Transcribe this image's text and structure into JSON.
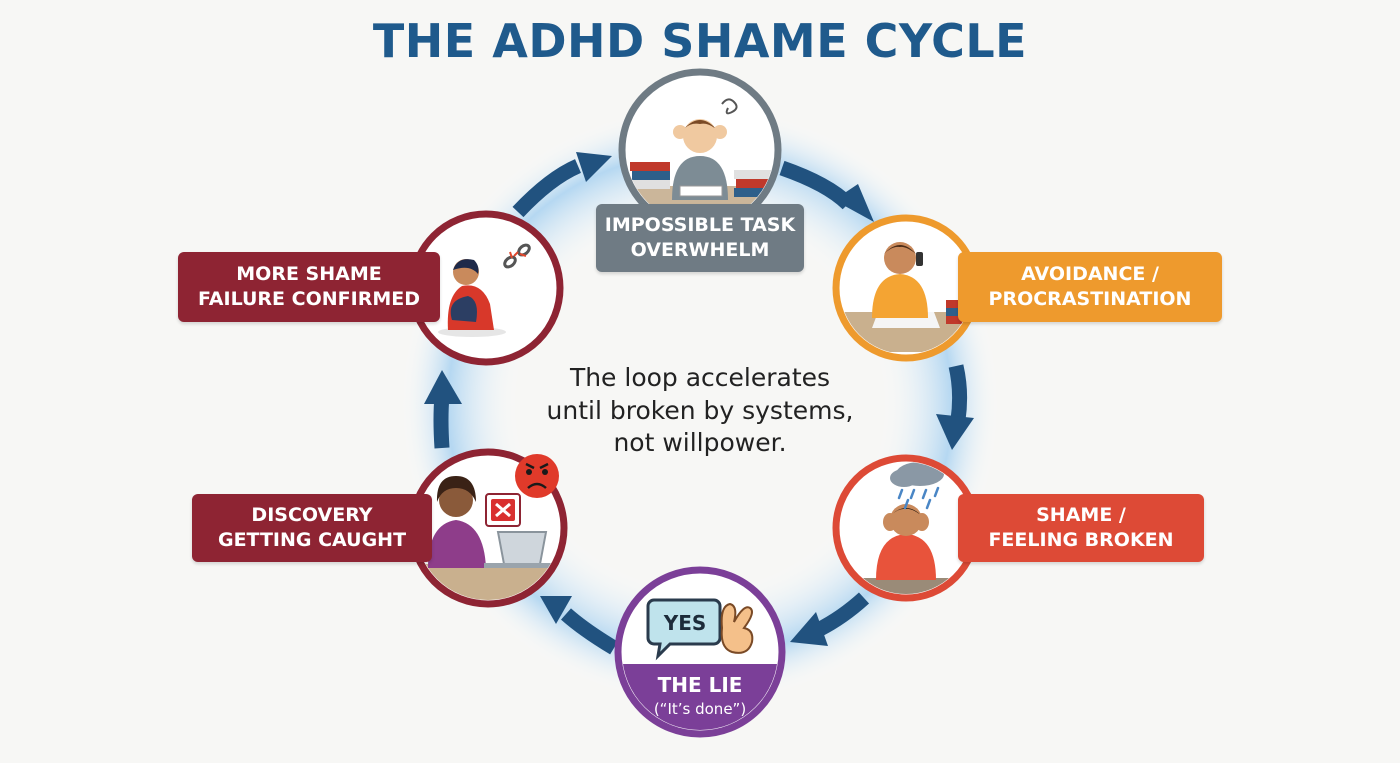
{
  "title": "THE ADHD SHAME CYCLE",
  "center_message": [
    "The loop accelerates",
    "until broken by systems,",
    "not willpower."
  ],
  "stages": {
    "impossible": {
      "lines": [
        "IMPOSSIBLE TASK",
        "OVERWHELM"
      ],
      "color": "#6f7b84"
    },
    "avoidance": {
      "lines": [
        "AVOIDANCE /",
        "PROCRASTINATION"
      ],
      "color": "#ee9a2d"
    },
    "shame": {
      "lines": [
        "SHAME /",
        "FEELING BROKEN"
      ],
      "color": "#dd4a36"
    },
    "lie": {
      "title": "THE LIE",
      "subtitle": "(“It’s done”)",
      "bubble": "YES",
      "color": "#7b3f98"
    },
    "discovery": {
      "lines": [
        "DISCOVERY",
        "GETTING CAUGHT"
      ],
      "color": "#8e2433"
    },
    "more_shame": {
      "lines": [
        "MORE SHAME",
        "FAILURE CONFIRMED"
      ],
      "color": "#8e2433"
    }
  },
  "colors": {
    "title": "#1f5a8c",
    "arrow": "#21527f",
    "glow": "#9fcdf0"
  }
}
